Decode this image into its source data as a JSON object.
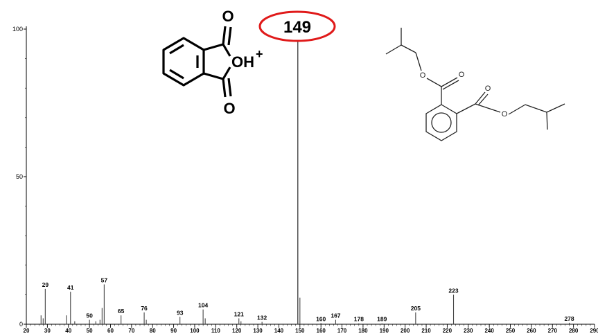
{
  "chart_data": {
    "type": "bar",
    "title": "",
    "xlabel": "",
    "ylabel": "",
    "xlim": [
      20,
      290
    ],
    "ylim": [
      0,
      100
    ],
    "y_ticks": [
      0,
      50,
      100
    ],
    "x_ticks": [
      20,
      30,
      40,
      50,
      60,
      70,
      80,
      90,
      100,
      110,
      120,
      130,
      140,
      150,
      160,
      170,
      180,
      190,
      200,
      210,
      220,
      230,
      240,
      250,
      260,
      270,
      280,
      290
    ],
    "grid": false,
    "peaks": [
      {
        "mz": 27,
        "value": 3
      },
      {
        "mz": 28,
        "value": 2
      },
      {
        "mz": 29,
        "value": 12,
        "label": "29"
      },
      {
        "mz": 39,
        "value": 3
      },
      {
        "mz": 41,
        "value": 11,
        "label": "41"
      },
      {
        "mz": 43,
        "value": 1
      },
      {
        "mz": 50,
        "value": 1.5,
        "label": "50"
      },
      {
        "mz": 53,
        "value": 1
      },
      {
        "mz": 55,
        "value": 1.5
      },
      {
        "mz": 56,
        "value": 5.5
      },
      {
        "mz": 57,
        "value": 13.5,
        "label": "57"
      },
      {
        "mz": 65,
        "value": 3,
        "label": "65"
      },
      {
        "mz": 76,
        "value": 4,
        "label": "76"
      },
      {
        "mz": 77,
        "value": 1.5
      },
      {
        "mz": 93,
        "value": 2.5,
        "label": "93"
      },
      {
        "mz": 104,
        "value": 5,
        "label": "104"
      },
      {
        "mz": 105,
        "value": 2
      },
      {
        "mz": 121,
        "value": 2,
        "label": "121"
      },
      {
        "mz": 122,
        "value": 1
      },
      {
        "mz": 132,
        "value": 0.8,
        "label": "132"
      },
      {
        "mz": 149,
        "value": 100,
        "label": "149"
      },
      {
        "mz": 150,
        "value": 9
      },
      {
        "mz": 160,
        "value": 0.4,
        "label": "160"
      },
      {
        "mz": 167,
        "value": 1.5,
        "label": "167"
      },
      {
        "mz": 178,
        "value": 0.3,
        "label": "178"
      },
      {
        "mz": 189,
        "value": 0.3,
        "label": "189"
      },
      {
        "mz": 205,
        "value": 4,
        "label": "205"
      },
      {
        "mz": 223,
        "value": 10,
        "label": "223"
      },
      {
        "mz": 278,
        "value": 0.5,
        "label": "278"
      }
    ],
    "highlight": {
      "label": "149",
      "color": "#e01a1a"
    },
    "fragment": {
      "atoms": [
        "O",
        "OH",
        "+",
        "O"
      ]
    }
  }
}
